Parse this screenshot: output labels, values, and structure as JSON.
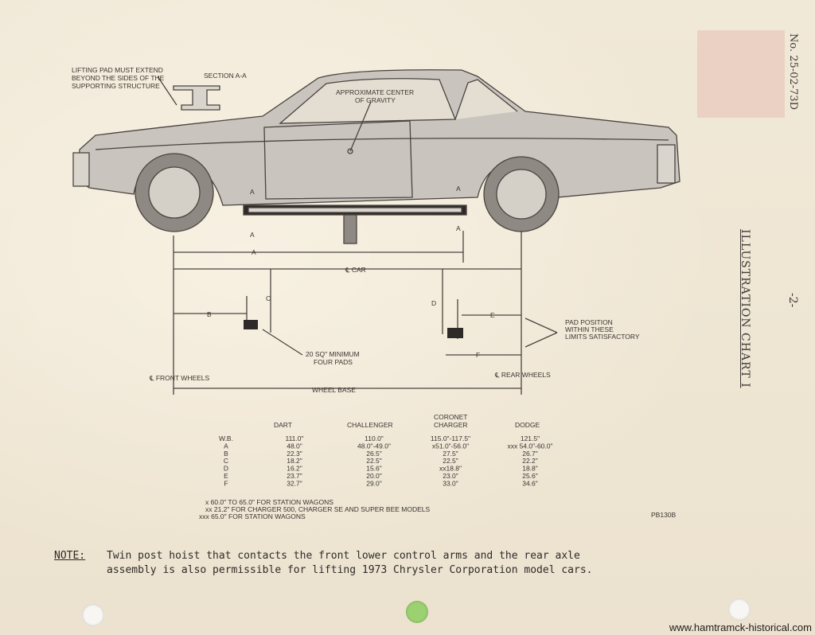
{
  "header": {
    "doc_number": "No. 25-02-73D",
    "page": "-2-",
    "title": "ILLUSTRATION CHART I"
  },
  "diagram": {
    "lifting_pad": [
      "LIFTING PAD MUST EXTEND",
      "BEYOND THE SIDES OF THE",
      "SUPPORTING STRUCTURE"
    ],
    "section_aa": "SECTION A-A",
    "gravity": [
      "APPROXIMATE CENTER",
      "OF GRAVITY"
    ],
    "marker_a": "A",
    "centerline_car": "℄ CAR",
    "dim_b": "B",
    "dim_c": "C",
    "dim_d": "D",
    "dim_e": "E",
    "dim_f": "F",
    "pad_size": [
      "20 SQ\" MINIMUM",
      "FOUR PADS"
    ],
    "pad_position": [
      "PAD POSITION",
      "WITHIN THESE",
      "LIMITS SATISFACTORY"
    ],
    "front_wheels": "℄ FRONT WHEELS",
    "rear_wheels": "℄ REAR WHEELS",
    "wheel_base": "WHEEL BASE",
    "figure_code": "PB130B"
  },
  "table": {
    "columns": [
      "DART",
      "CHALLENGER",
      [
        "CORONET",
        "CHARGER"
      ],
      "DODGE"
    ],
    "rows": [
      {
        "label": "W.B.",
        "values": [
          "111.0\"",
          "110.0\"",
          "115.0\"-117.5\"",
          "121.5\""
        ]
      },
      {
        "label": "A",
        "values": [
          "48.0\"",
          "48.0\"-49.0\"",
          "x51.0\"-56.0\"",
          "xxx 54.0\"-60.0\""
        ]
      },
      {
        "label": "B",
        "values": [
          "22.3\"",
          "26.5\"",
          "27.5\"",
          "26.7\""
        ]
      },
      {
        "label": "C",
        "values": [
          "18.2\"",
          "22.5\"",
          "22.5\"",
          "22.2\""
        ]
      },
      {
        "label": "D",
        "values": [
          "16.2\"",
          "15.6\"",
          "xx18.8\"",
          "18.8\""
        ]
      },
      {
        "label": "E",
        "values": [
          "23.7\"",
          "20.0\"",
          "23.0\"",
          "25.6\""
        ]
      },
      {
        "label": "F",
        "values": [
          "32.7\"",
          "29.0\"",
          "33.0\"",
          "34.6\""
        ]
      }
    ],
    "footnotes": [
      "x  60.0\" TO 65.0\" FOR STATION WAGONS",
      "xx  21.2\" FOR CHARGER 500, CHARGER SE AND SUPER BEE MODELS",
      "xxx  65.0\" FOR STATION WAGONS"
    ]
  },
  "note": {
    "label": "NOTE:",
    "lines": [
      "Twin post hoist that contacts the front lower control arms and the rear axle",
      "assembly is also permissible for lifting 1973 Chrysler Corporation model cars."
    ]
  },
  "watermark": "www.hamtramck-historical.com"
}
